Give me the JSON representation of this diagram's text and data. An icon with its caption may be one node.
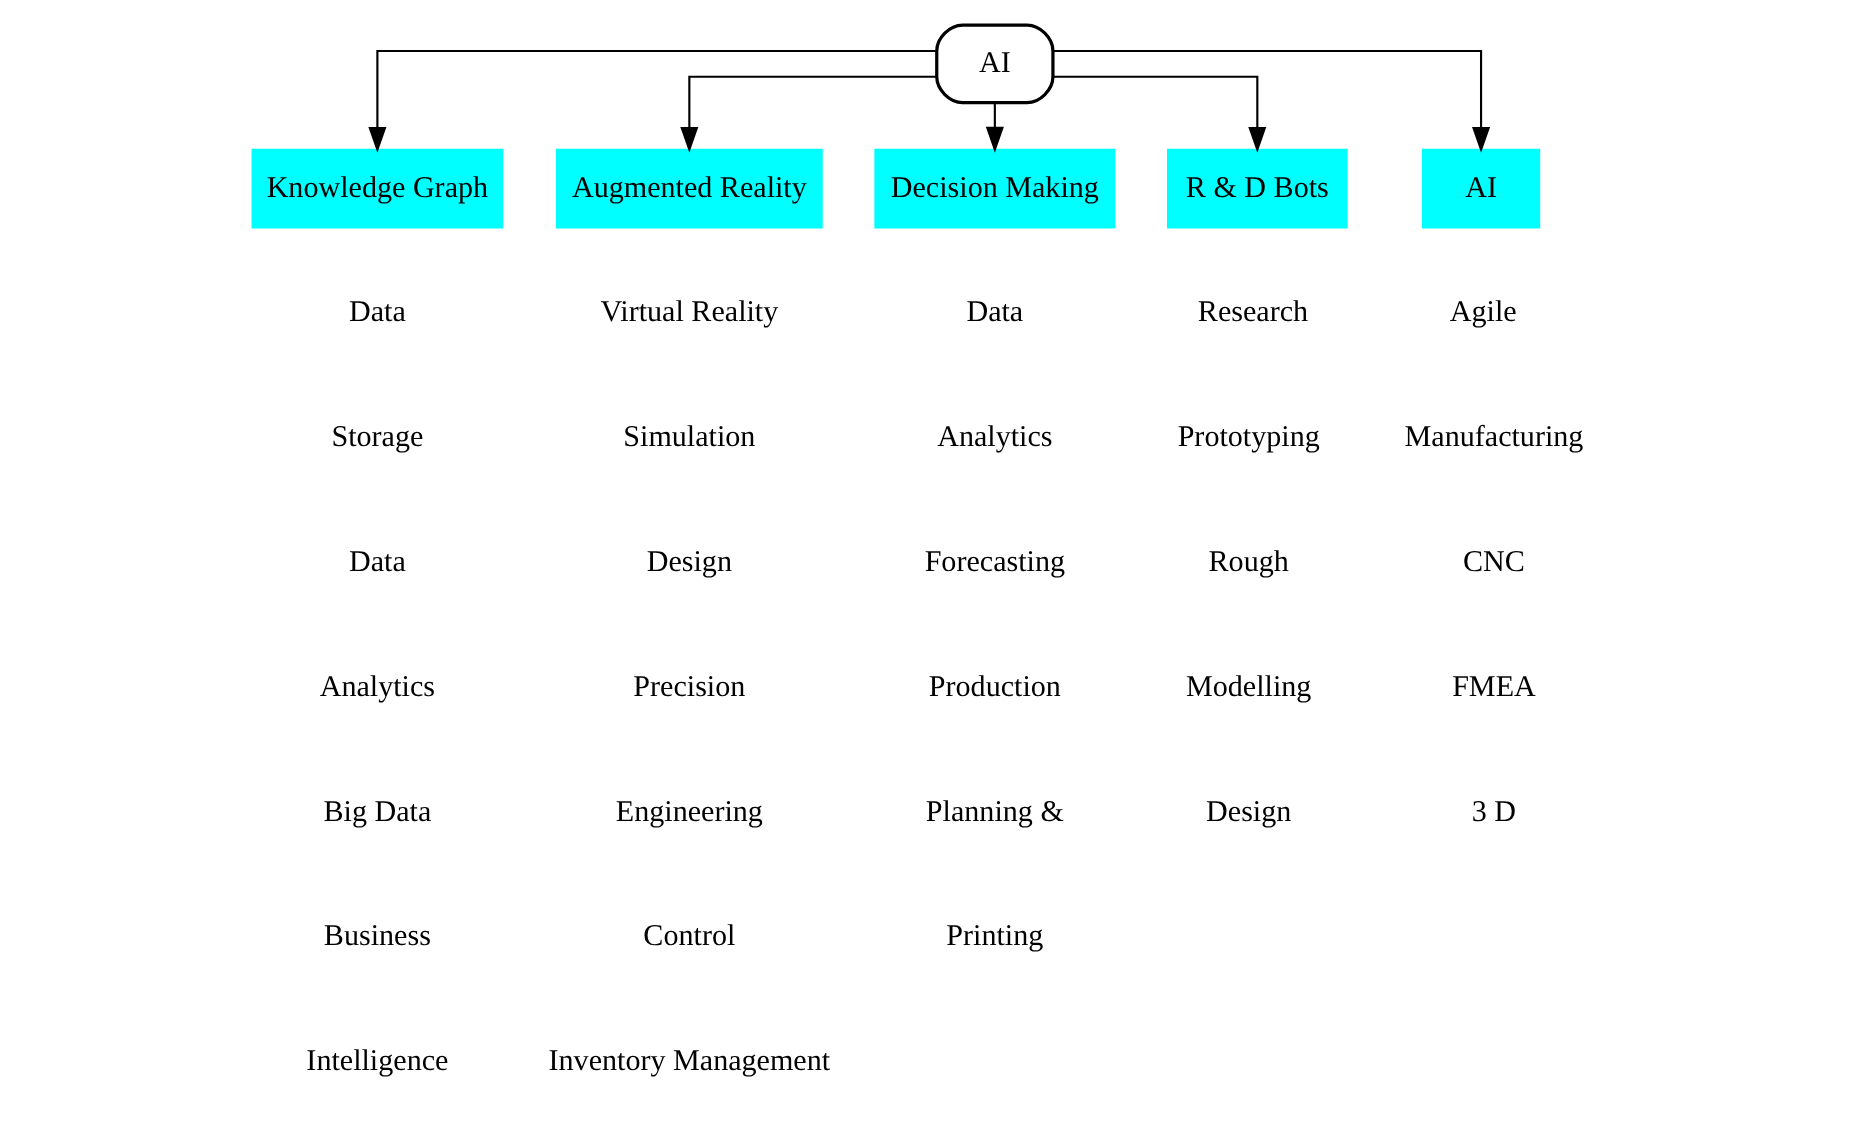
{
  "diagram": {
    "nodes": [
      {
        "text": [
          "AI"
        ]
      },
      {
        "text": [
          "Knowledge Graph"
        ]
      },
      {
        "text": [
          "Augmented Reality"
        ]
      },
      {
        "text": [
          "Decision Making"
        ]
      },
      {
        "text": [
          "R & D Bots"
        ]
      },
      {
        "text": [
          "AI"
        ]
      }
    ],
    "edges": [
      {
        "from": 0,
        "to": 1,
        "arrow": "to"
      },
      {
        "from": 0,
        "to": 2,
        "arrow": "to"
      },
      {
        "from": 0,
        "to": 3,
        "arrow": "to"
      },
      {
        "from": 0,
        "to": 4,
        "arrow": "to"
      },
      {
        "from": 0,
        "to": 5,
        "arrow": "to"
      }
    ],
    "labels": [
      "Data",
      "Virtual Reality",
      "Data",
      "Research",
      "Agile",
      "Storage",
      "Simulation",
      "Analytics",
      "Prototyping",
      "Manufacturing",
      "Data",
      "Design",
      "Forecasting",
      "Rough",
      "CNC",
      "Analytics",
      "Precision",
      "Production",
      "Modelling",
      "FMEA",
      "Big Data",
      "Engineering",
      "Planning &",
      "Design",
      "3 D",
      "Business",
      "Control",
      "Printing",
      "Intelligence",
      "Inventory Management"
    ]
  }
}
